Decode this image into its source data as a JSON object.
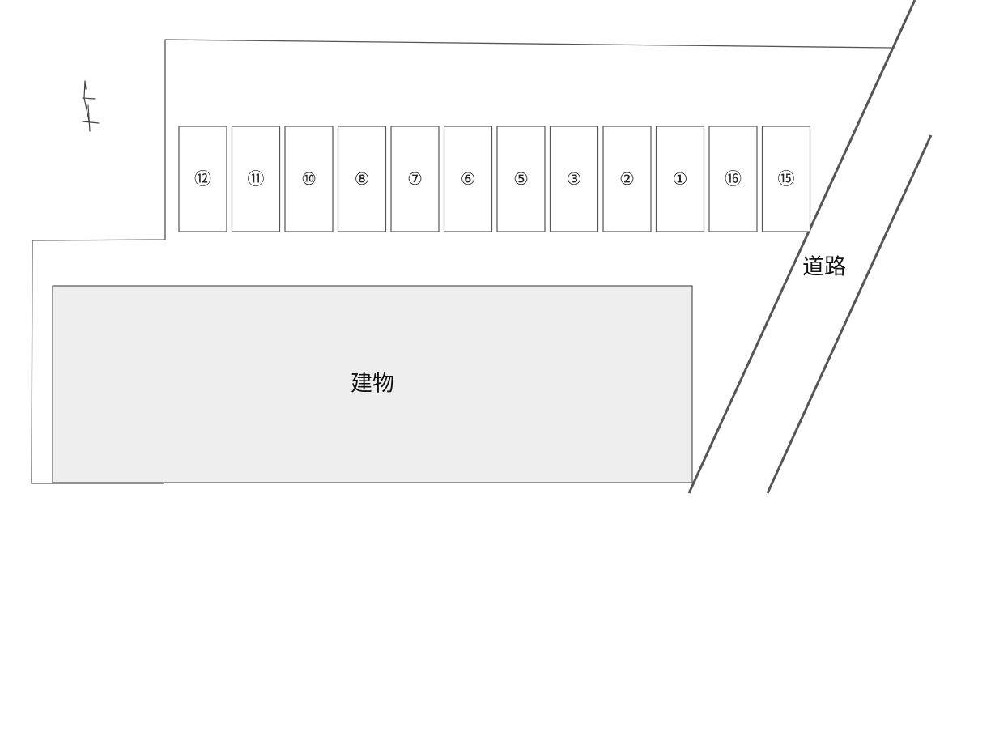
{
  "building": {
    "label": "建物",
    "fill": "#eeeeee"
  },
  "road": {
    "label": "道路"
  },
  "parking_spaces": [
    {
      "label": "⑫"
    },
    {
      "label": "⑪"
    },
    {
      "label": "⑩"
    },
    {
      "label": "⑧"
    },
    {
      "label": "⑦"
    },
    {
      "label": "⑥"
    },
    {
      "label": "⑤"
    },
    {
      "label": "③"
    },
    {
      "label": "②"
    },
    {
      "label": "①"
    },
    {
      "label": "⑯"
    },
    {
      "label": "⑮"
    }
  ],
  "north_arrow": {
    "icon": "north-arrow-icon"
  },
  "colors": {
    "line": "#555555",
    "background": "#ffffff"
  }
}
